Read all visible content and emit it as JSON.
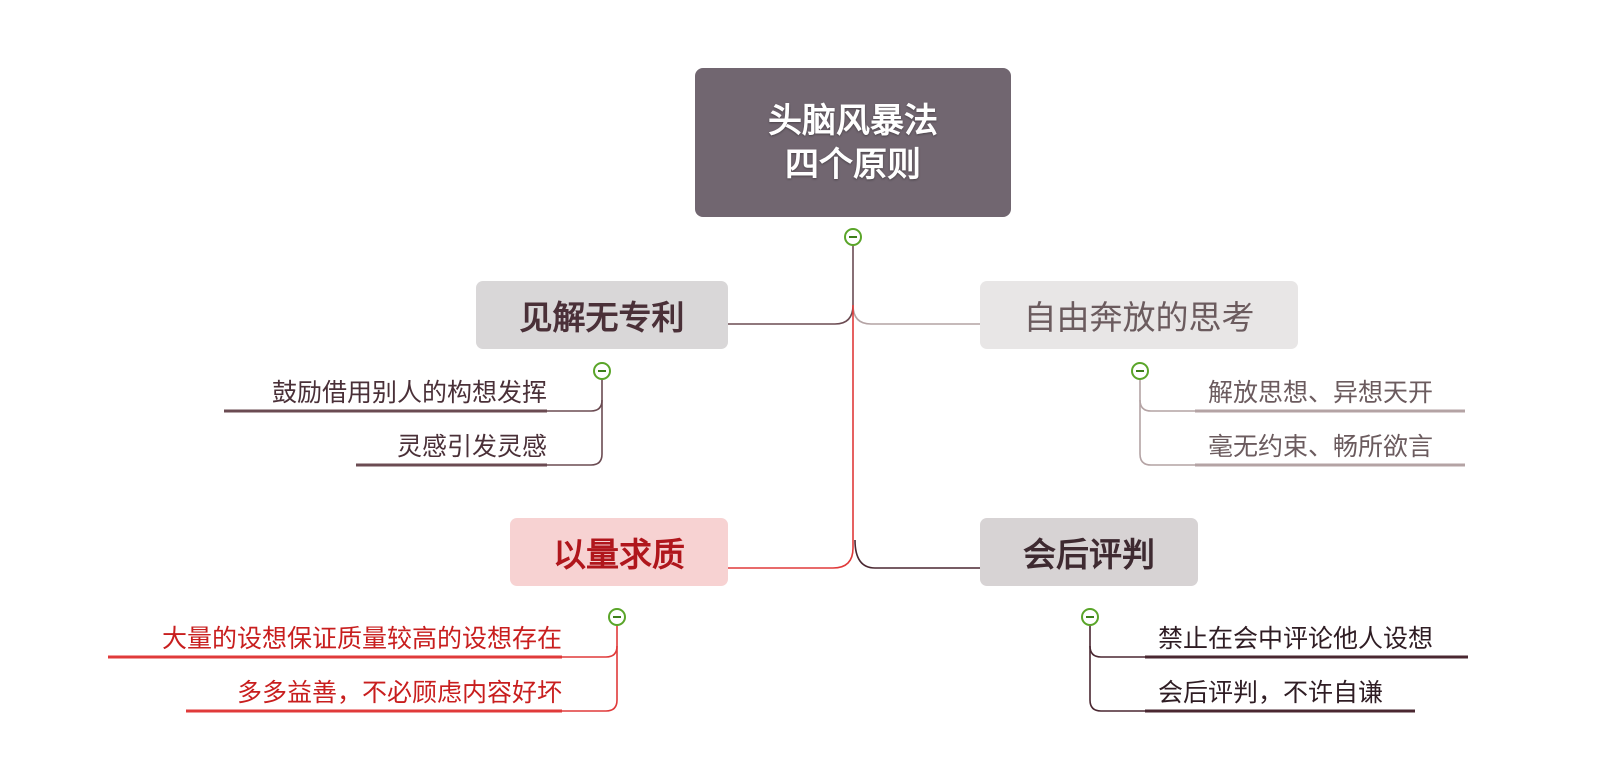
{
  "root": {
    "title_line1": "头脑风暴法",
    "title_line2": "四个原则"
  },
  "branches": {
    "left_top": {
      "label": "见解无专利",
      "color": "#6b4b52",
      "leaves": [
        "鼓励借用别人的构想发挥",
        "灵感引发灵感"
      ]
    },
    "right_top": {
      "label": "自由奔放的思考",
      "color": "#b4a3a4",
      "leaves": [
        "解放思想、异想天开",
        "毫无约束、畅所欲言"
      ]
    },
    "left_bottom": {
      "label": "以量求质",
      "color": "#e03a3a",
      "leaves": [
        "大量的设想保证质量较高的设想存在",
        "多多益善，不必顾虑内容好坏"
      ]
    },
    "right_bottom": {
      "label": "会后评判",
      "color": "#4a2731",
      "leaves": [
        "禁止在会中评论他人设想",
        "会后评判，不许自谦"
      ]
    }
  },
  "colors": {
    "root_fill": "#716670",
    "toggle": "#5aa529"
  },
  "icons": {
    "collapse": "minus-circle-icon"
  }
}
